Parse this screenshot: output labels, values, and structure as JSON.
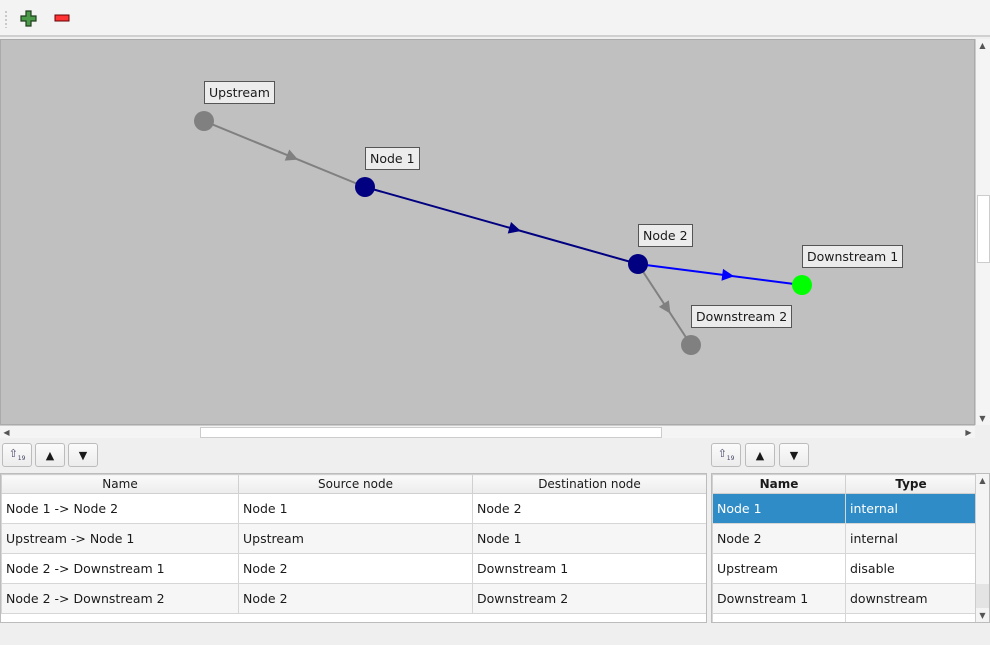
{
  "toolbar": {
    "add_icon": "green-plus-icon",
    "remove_icon": "red-minus-icon"
  },
  "graph": {
    "nodes": [
      {
        "id": "up",
        "label": "Upstream",
        "color": "#808080"
      },
      {
        "id": "n1",
        "label": "Node 1",
        "color": "#000080"
      },
      {
        "id": "n2",
        "label": "Node 2",
        "color": "#000080"
      },
      {
        "id": "d1",
        "label": "Downstream 1",
        "color": "#00ff00"
      },
      {
        "id": "d2",
        "label": "Downstream 2",
        "color": "#808080"
      }
    ],
    "edges": [
      {
        "from": "up",
        "to": "n1",
        "color": "#808080"
      },
      {
        "from": "n1",
        "to": "n2",
        "color": "#000080"
      },
      {
        "from": "n2",
        "to": "d1",
        "color": "#0000ff"
      },
      {
        "from": "n2",
        "to": "d2",
        "color": "#808080"
      }
    ]
  },
  "connections": {
    "headers": [
      "Name",
      "Source node",
      "Destination node"
    ],
    "rows": [
      [
        "Node 1 -> Node 2",
        "Node 1",
        "Node 2"
      ],
      [
        "Upstream -> Node 1",
        "Upstream",
        "Node 1"
      ],
      [
        "Node 2 -> Downstream 1",
        "Node 2",
        "Downstream 1"
      ],
      [
        "Node 2 -> Downstream 2",
        "Node 2",
        "Downstream 2"
      ]
    ]
  },
  "nodes_table": {
    "headers": [
      "Name",
      "Type"
    ],
    "rows": [
      [
        "Node 1",
        "internal"
      ],
      [
        "Node 2",
        "internal"
      ],
      [
        "Upstream",
        "disable"
      ],
      [
        "Downstream 1",
        "downstream"
      ],
      [
        "",
        ""
      ]
    ],
    "selected_row": 0,
    "selection_color": "#308cc6"
  },
  "buttons": {
    "sort_icon": "sort-icon",
    "up_icon": "triangle-up-icon",
    "down_icon": "triangle-down-icon",
    "up": "▲",
    "down": "▼"
  }
}
